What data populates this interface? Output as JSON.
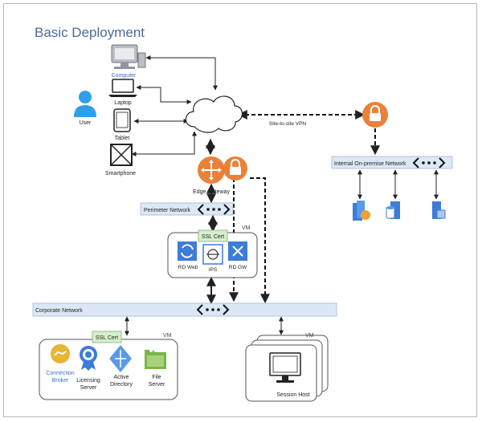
{
  "title": "Basic Deployment",
  "devices": {
    "computer": "Computer",
    "laptop": "Laptop",
    "tablet": "Tablet",
    "smartphone": "Smartphone",
    "user": "User"
  },
  "edge_gateway": "Edge Gateway",
  "site_vpn": "Site-to-site VPN",
  "networks": {
    "internal": "Internal On-premise Network",
    "perimeter": "Perimeter Network",
    "corporate": "Corporate Network"
  },
  "vm_label": "VM",
  "ssl_cert": "SSL Cert",
  "perimeter_roles": {
    "rd_web": "RD Web",
    "ips": "IPS",
    "rd_gw": "RD GW"
  },
  "corp_roles": {
    "connection_broker": [
      "Connection",
      "Broker"
    ],
    "licensing_server": [
      "Licensing",
      "Server"
    ],
    "active_directory": [
      "Active",
      "Directory"
    ],
    "file_server": [
      "File",
      "Server"
    ]
  },
  "session_host": "Session Host",
  "colors": {
    "accent_orange": "#e8823a",
    "network_bar": "#dce8f6",
    "blue_icon": "#3b7dd8",
    "title": "#4a6b96"
  }
}
